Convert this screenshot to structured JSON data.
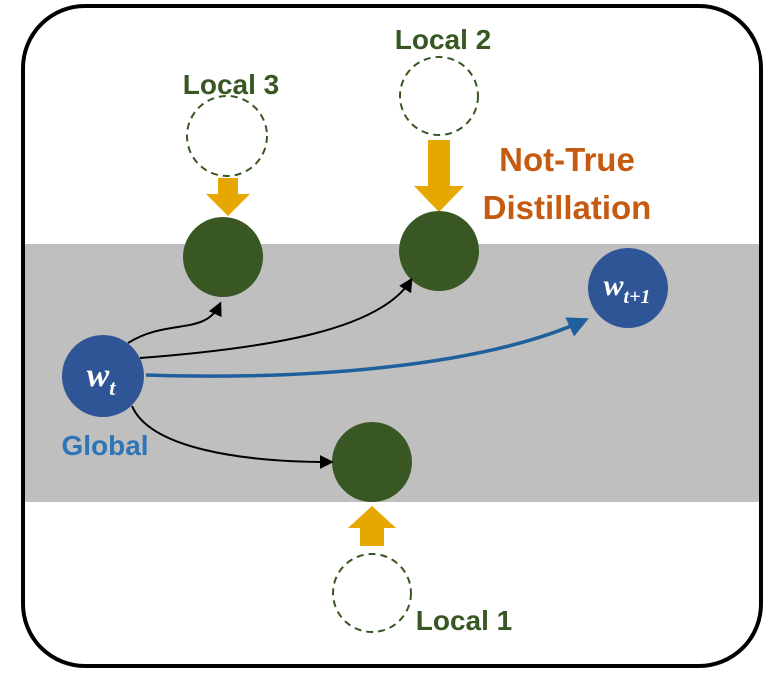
{
  "labels": {
    "local1": "Local 1",
    "local2": "Local 2",
    "local3": "Local 3",
    "not_true_line1": "Not-True",
    "not_true_line2": "Distillation",
    "global": "Global",
    "wt_base": "w",
    "wt_sub": "t",
    "wt1_base": "w",
    "wt1_sub": "t+1"
  },
  "colors": {
    "frame_border": "#000000",
    "band": "#bfbfbf",
    "local_node": "#385723",
    "local_text": "#385723",
    "global_node": "#2f5597",
    "global_text": "#2e75b6",
    "global_arrow": "#1f5f9c",
    "distill_arrow": "#e6a800",
    "distill_text": "#c55a11",
    "black_arrow": "#000000"
  },
  "icons": {
    "local_model_ghost": "dashed-circle",
    "local_model": "filled-circle",
    "distill_arrow": "block-arrow"
  }
}
